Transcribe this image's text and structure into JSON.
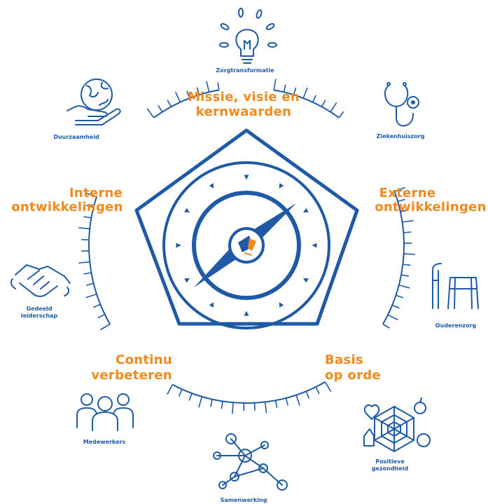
{
  "pillars": {
    "top": {
      "line1": "Missie, visie en",
      "line2": "kernwaarden"
    },
    "right": {
      "line1": "Externe",
      "line2": "ontwikkelingen"
    },
    "bottom_right": {
      "line1": "Basis",
      "line2": "op orde"
    },
    "bottom_left": {
      "line1": "Continu",
      "line2": "verbeteren"
    },
    "left": {
      "line1": "Interne",
      "line2": "ontwikkelingen"
    }
  },
  "themes": {
    "zorgtransformatie": "Zorgtransformatie",
    "ziekenhuiszorg": "Ziekenhuiszorg",
    "ouderenzorg": "Ouderenzorg",
    "positieve_line1": "Positieve",
    "positieve_line2": "gezondheid",
    "samenwerking": "Samenwerking",
    "medewerkers": "Medewerkers",
    "gedeeld_line1": "Gedeeld",
    "gedeeld_line2": "leiderschap",
    "duurzaamheid": "Duurzaamheid"
  },
  "icons": {
    "zorgtransformatie": "lightbulb-icon",
    "ziekenhuiszorg": "stethoscope-icon",
    "ouderenzorg": "walker-icon",
    "positieve_gezondheid": "health-web-icon",
    "samenwerking": "network-icon",
    "medewerkers": "people-icon",
    "gedeeld_leiderschap": "handshake-icon",
    "duurzaamheid": "globe-in-hand-icon",
    "center": "logo-emblem-icon"
  },
  "colors": {
    "primary_blue": "#1f5aa6",
    "accent_orange": "#f18a1b",
    "background": "#ffffff"
  }
}
